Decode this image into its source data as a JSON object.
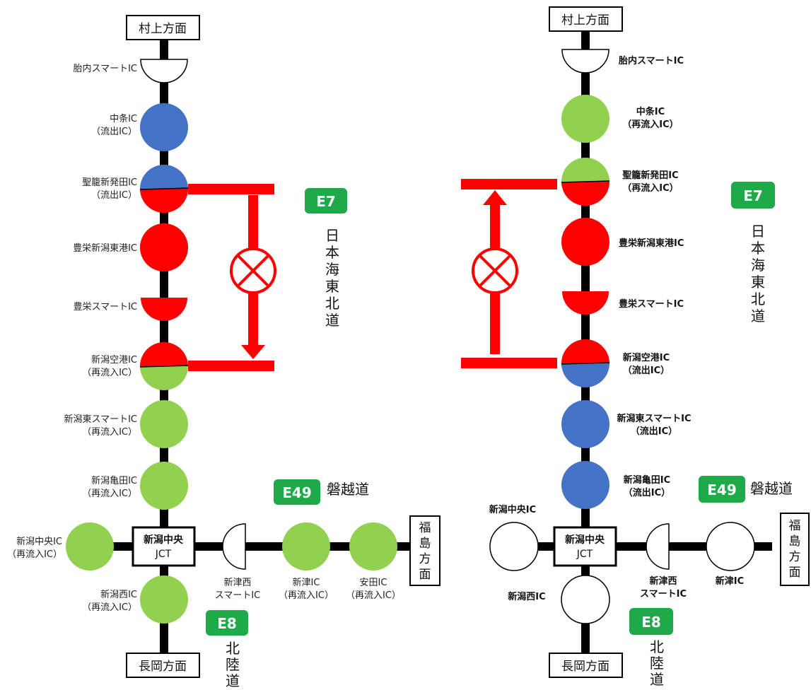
{
  "colors": {
    "blue": "#4472c4",
    "green": "#92d050",
    "red": "#ff0000",
    "white": "#ffffff",
    "badge_green": "#1faa4a",
    "line": "#000000"
  },
  "common": {
    "murakami_dir": "村上方面",
    "nagaoka_dir": "長岡方面",
    "fukushima_dir": [
      "福",
      "島",
      "方",
      "面"
    ],
    "e7_badge": "E7",
    "e7_name": [
      "日",
      "本",
      "海",
      "東",
      "北",
      "道"
    ],
    "e49_badge": "E49",
    "e49_name": "磐越道",
    "e8_badge": "E8",
    "e8_name": [
      "北",
      "陸",
      "道"
    ],
    "jct_line1": "新潟中央",
    "jct_line2": "JCT"
  },
  "left_diagram": {
    "tainai": "胎内スマートIC",
    "nakajo": [
      "中条IC",
      "（流出IC）"
    ],
    "seiro": [
      "聖籠新発田IC",
      "（流出IC）"
    ],
    "toei": "豊栄新潟東港IC",
    "toei_smart": "豊栄スマートIC",
    "airport": [
      "新潟空港IC",
      "（再流入IC）"
    ],
    "higashi_smart": [
      "新潟東スマートIC",
      "（再流入IC）"
    ],
    "kameda": [
      "新潟亀田IC",
      "（再流入IC）"
    ],
    "chuo": [
      "新潟中央IC",
      "（再流入IC）"
    ],
    "nishi": [
      "新潟西IC",
      "（再流入IC）"
    ],
    "nishi_smart": [
      "新津西",
      "スマートIC"
    ],
    "niitsu": [
      "新津IC",
      "（再流入IC）"
    ],
    "yasuda": [
      "安田IC",
      "（再流入IC）"
    ]
  },
  "right_diagram": {
    "tainai": "胎内スマートIC",
    "nakajo": [
      "中条IC",
      "（再流入IC）"
    ],
    "seiro": [
      "聖籠新発田IC",
      "（再流入IC）"
    ],
    "toei": "豊栄新潟東港IC",
    "toei_smart": "豊栄スマートIC",
    "airport": [
      "新潟空港IC",
      "（流出IC）"
    ],
    "higashi_smart": [
      "新潟東スマートIC",
      "（流出IC）"
    ],
    "kameda": [
      "新潟亀田IC",
      "（流出IC）"
    ],
    "chuo": "新潟中央IC",
    "nishi": "新潟西IC",
    "nishi_smart": [
      "新津西",
      "スマートIC"
    ],
    "niitsu": "新津IC"
  }
}
